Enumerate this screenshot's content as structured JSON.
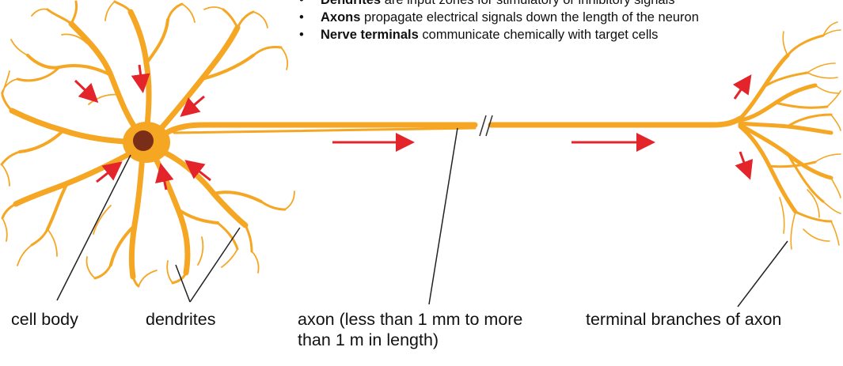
{
  "bullets": [
    {
      "term": "Dendrites",
      "rest": " are input zones for stimulatory or inhibitory signals"
    },
    {
      "term": "Axons",
      "rest": " propagate electrical signals down the length of the neuron"
    },
    {
      "term": "Nerve terminals",
      "rest": " communicate chemically with target cells"
    }
  ],
  "labels": {
    "cell_body": "cell body",
    "dendrites": "dendrites",
    "axon": "axon (less than 1 mm to more than 1 m in length)",
    "terminal_branches": "terminal branches of axon"
  },
  "colors": {
    "neuron": "#F5A623",
    "neuron_dark": "#E8941A",
    "nucleus": "#7A2E17",
    "arrow": "#E3242B",
    "leader_line": "#222222",
    "text": "#111111"
  }
}
